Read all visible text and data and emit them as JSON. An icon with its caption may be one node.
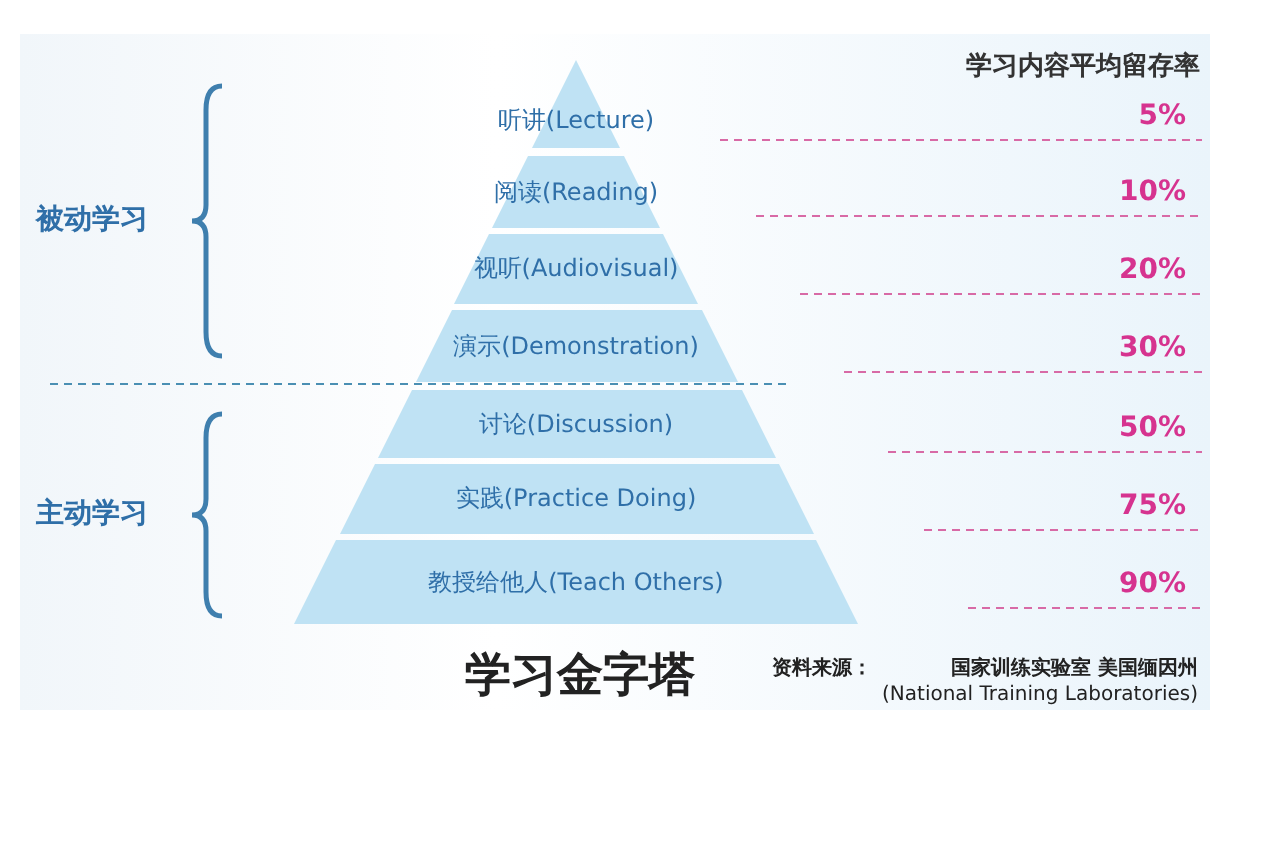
{
  "diagram": {
    "title": "学习金字塔",
    "nodes": [
      {
        "text": [
          "听讲(Lecture)"
        ]
      },
      {
        "text": [
          "阅读(Reading)"
        ]
      },
      {
        "text": [
          "视听(Audiovisual)"
        ]
      },
      {
        "text": [
          "演示(Demonstration)"
        ]
      },
      {
        "text": [
          "讨论(Discussion)"
        ]
      },
      {
        "text": [
          "实践(Practice Doing)"
        ]
      },
      {
        "text": [
          "教授给他人(Teach Others)"
        ]
      }
    ],
    "labels": [
      "学习内容平均留存率",
      "被动学习",
      "主动学习",
      "5%",
      "10%",
      "20%",
      "30%",
      "50%",
      "75%",
      "90%",
      "资料来源：",
      "国家训练实验室 美国缅因州",
      "(National Training Laboratories)"
    ]
  }
}
